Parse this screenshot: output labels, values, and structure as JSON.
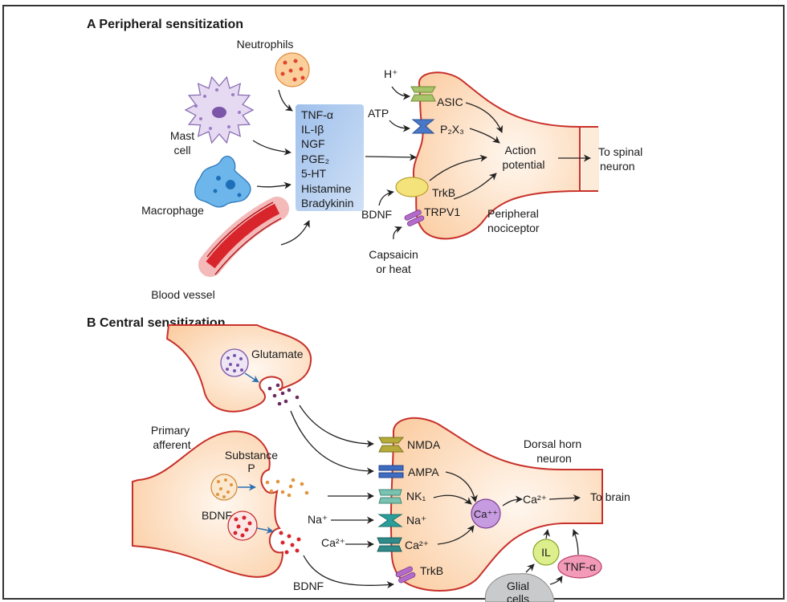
{
  "panel_a": {
    "title": "A  Peripheral sensitization",
    "neutrophils": "Neutrophils",
    "mast_cell": [
      "Mast",
      "cell"
    ],
    "macrophage": "Macrophage",
    "blood_vessel": "Blood vessel",
    "mediators": [
      "TNF-α",
      "IL-Iβ",
      "NGF",
      "PGE₂",
      "5-HT",
      "Histamine",
      "Bradykinin"
    ],
    "h_plus": "H⁺",
    "atp": "ATP",
    "asic": "ASIC",
    "p2x3": "P₂X₃",
    "trkb": "TrkB",
    "bdnf": "BDNF",
    "trpv1": "TRPV1",
    "capsaicin": [
      "Capsaicin",
      "or heat"
    ],
    "action_potential": [
      "Action",
      "potential"
    ],
    "to_spinal_neuron": [
      "To spinal",
      "neuron"
    ],
    "peripheral_nociceptor": [
      "Peripheral",
      "nociceptor"
    ]
  },
  "panel_b": {
    "title": "B  Central sensitization",
    "glutamate": "Glutamate",
    "primary_afferent": [
      "Primary",
      "afferent"
    ],
    "substance_p": [
      "Substance",
      "P"
    ],
    "bdnf_vesicle": "BDNF",
    "dorsal_horn_neuron": [
      "Dorsal horn",
      "neuron"
    ],
    "nmda": "NMDA",
    "ampa": "AMPA",
    "nk1": "NK₁",
    "na_in": "Na⁺",
    "na_channel": "Na⁺",
    "ca_in": "Ca²⁺",
    "ca_channel": "Ca²⁺",
    "trkb": "TrkB",
    "bdnf_bottom": "BDNF",
    "ca_pp": "Ca⁺⁺",
    "ca_out": "Ca²⁺",
    "to_brain": "To brain",
    "il": "IL",
    "tnf": "TNF-α",
    "glial_cells": [
      "Glial",
      "cells"
    ]
  },
  "colors": {
    "membrane": "#c8302a",
    "cytoplasm": "#fcd9b8",
    "mediator_box": "#a9c8ee",
    "mast_cell": "#e2d4f0",
    "macrophage": "#5aa9e6",
    "neutrophil": "#fbcf9c",
    "vessel": "#d8252b"
  }
}
